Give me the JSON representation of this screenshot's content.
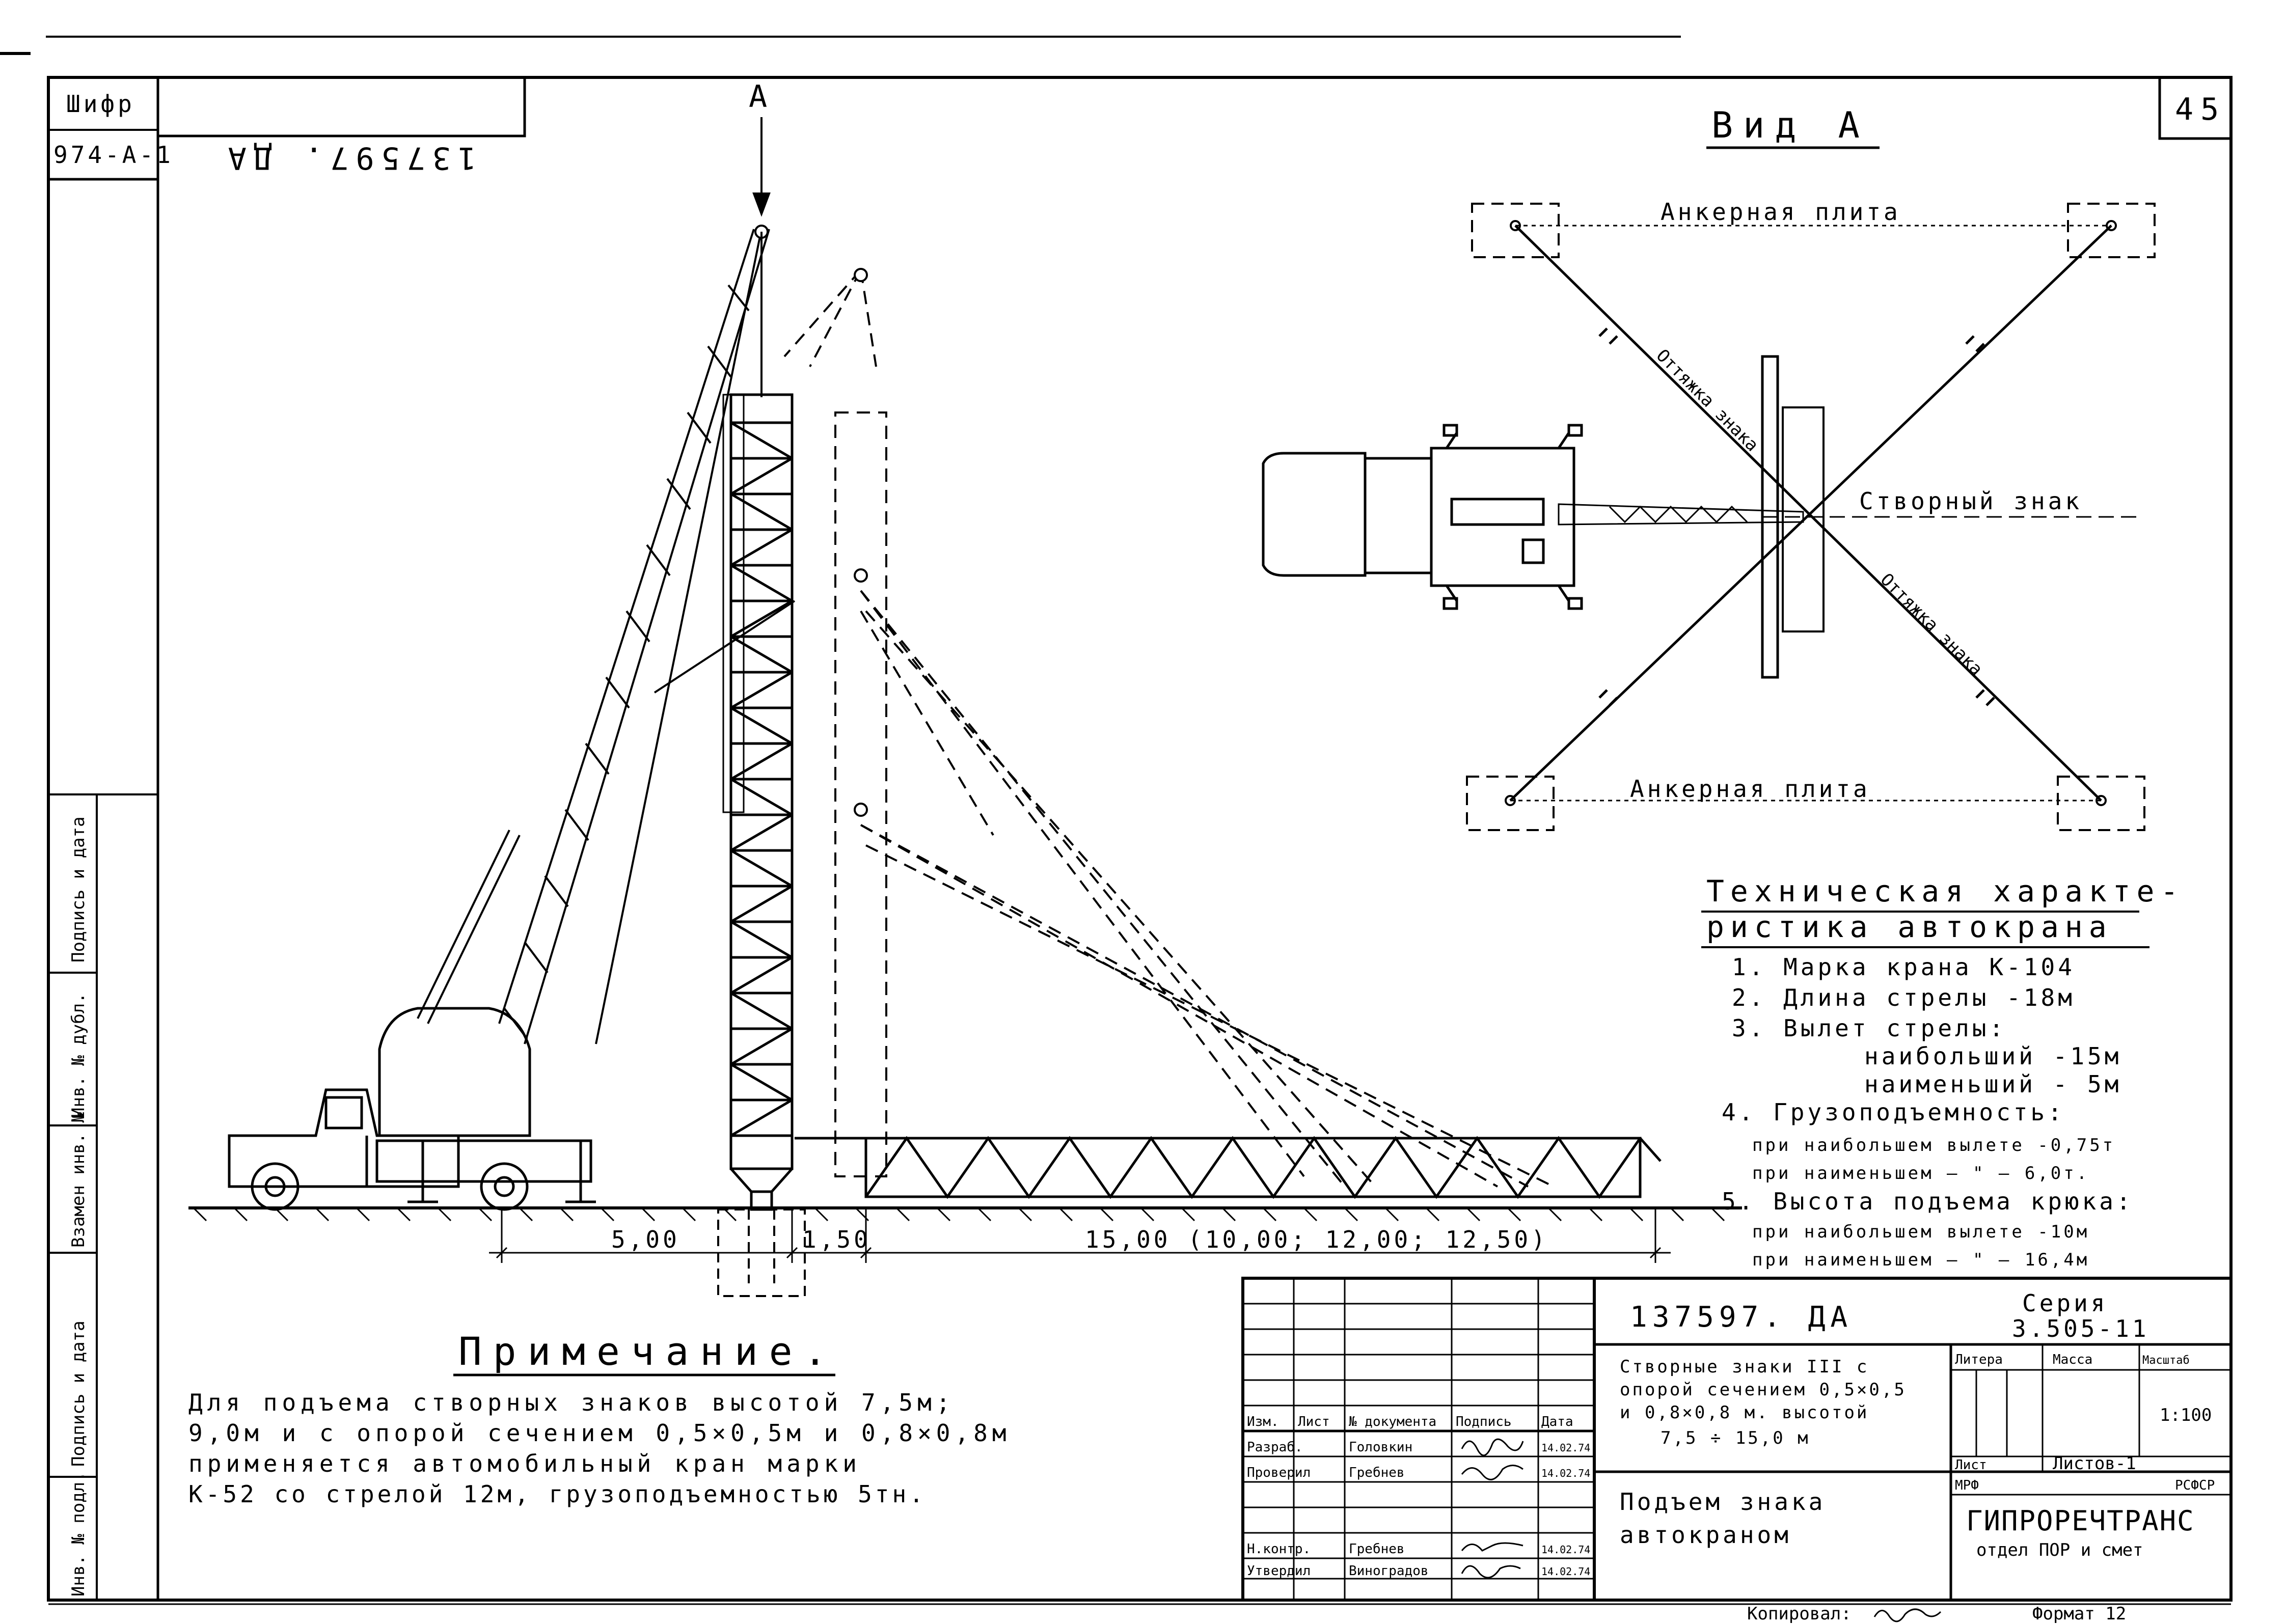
{
  "header": {
    "shifr_label": "Шифр",
    "shifr_value": "974-А-1",
    "doc_number_top": "137597. ДА",
    "sheet_number": "45"
  },
  "margin_labels": {
    "inv_podl": "Инв. № подл.",
    "podpis_data_1": "Подпись и дата",
    "vzamen": "Взамен инв. №",
    "inv_dubl": "Инв. № дубл.",
    "podpis_data_2": "Подпись и дата"
  },
  "elevation": {
    "view_arrow_label": "А",
    "dim_1": "5,00",
    "dim_2": "1,50",
    "dim_3": "15,00 (10,00; 12,00; 12,50)"
  },
  "view_a": {
    "title": "Вид А",
    "anchor_plate_top": "Анкерная плита",
    "anchor_plate_bottom": "Анкерная плита",
    "guy_top": "Оттяжка знака",
    "guy_bottom": "Оттяжка знака",
    "sign_label": "Створный знак"
  },
  "tech_spec": {
    "title_line1": "Техническая характе-",
    "title_line2": "ристика автокрана",
    "items": [
      "1. Марка крана К-104",
      "2. Длина стрелы -18м",
      "3. Вылет стрелы:",
      "наибольший -15м",
      "наименьший - 5м",
      "4. Грузоподъемность:",
      "при наибольшем вылете -0,75т",
      "при наименьшем — \" — 6,0т.",
      "5. Высота подъема крюка:",
      "при наибольшем вылете -10м",
      "при наименьшем — \" — 16,4м"
    ]
  },
  "note": {
    "title": "Примечание.",
    "lines": [
      "Для подъема створных знаков высотой 7,5м;",
      "9,0м и с опорой сечением 0,5×0,5м и 0,8×0,8м",
      "применяется автомобильный кран марки",
      "К-52 со стрелой 12м, грузоподъемностью 5тн."
    ]
  },
  "title_block": {
    "doc_number": "137597. ДА",
    "series_label": "Серия",
    "series_value": "3.505-11",
    "description_lines": [
      "Створные знаки III с",
      "опорой сечением 0,5×0,5",
      "и 0,8×0,8 м. высотой",
      "7,5 ÷ 15,0 м"
    ],
    "sheet_title_lines": [
      "Подъем знака",
      "автокраном"
    ],
    "col_litera": "Литера",
    "col_massa": "Масса",
    "col_masshtab": "Масштаб",
    "scale_value": "1:100",
    "list_label": "Лист",
    "listov_label": "Листов-1",
    "mpf_label": "МРФ",
    "rsfsr_label": "РСФСР",
    "org_name": "ГИПРОРЕЧТРАНС",
    "org_dept": "отдел ПОР и смет",
    "headers": [
      "Изм.",
      "Лист",
      "№ документа",
      "Подпись",
      "Дата"
    ],
    "rows": [
      {
        "role": "Разраб.",
        "name": "Головкин",
        "date": "14.02.74"
      },
      {
        "role": "Проверил",
        "name": "Гребнев",
        "date": "14.02.74"
      },
      {
        "role": "Н.контр.",
        "name": "Гребнев",
        "date": "14.02.74"
      },
      {
        "role": "Утвердил",
        "name": "Виноградов",
        "date": "14.02.74"
      }
    ],
    "copied_label": "Копировал:",
    "format_label": "Формат 12"
  }
}
